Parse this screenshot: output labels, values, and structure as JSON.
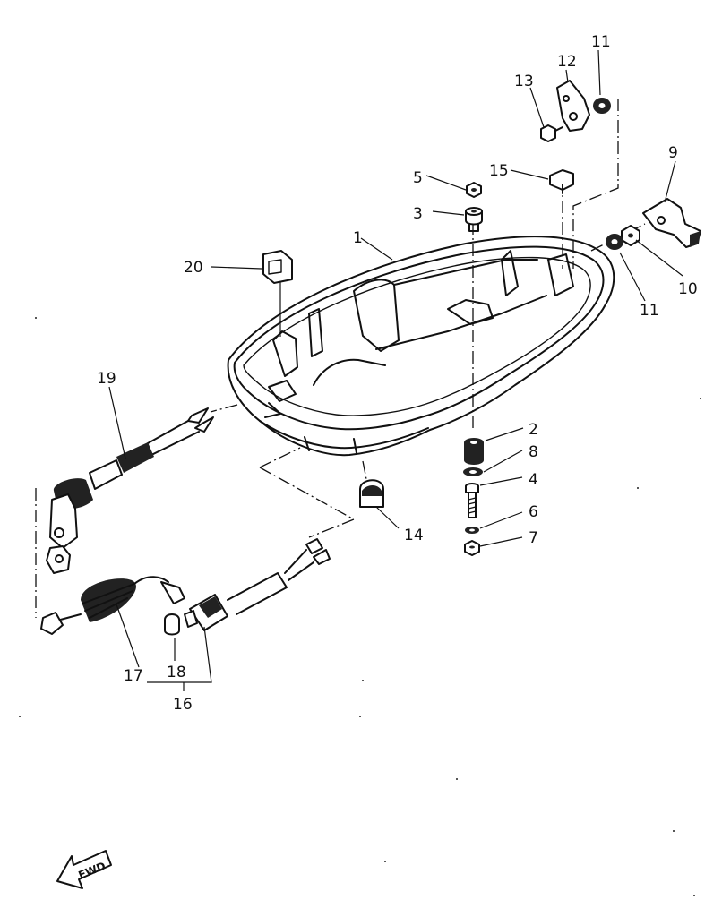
{
  "callouts": [
    {
      "id": "1",
      "text": "1"
    },
    {
      "id": "2",
      "text": "2"
    },
    {
      "id": "3",
      "text": "3"
    },
    {
      "id": "4",
      "text": "4"
    },
    {
      "id": "5",
      "text": "5"
    },
    {
      "id": "6",
      "text": "6"
    },
    {
      "id": "7",
      "text": "7"
    },
    {
      "id": "8",
      "text": "8"
    },
    {
      "id": "9",
      "text": "9"
    },
    {
      "id": "10",
      "text": "10"
    },
    {
      "id": "11a",
      "text": "11"
    },
    {
      "id": "11b",
      "text": "11"
    },
    {
      "id": "12",
      "text": "12"
    },
    {
      "id": "13",
      "text": "13"
    },
    {
      "id": "14",
      "text": "14"
    },
    {
      "id": "15",
      "text": "15"
    },
    {
      "id": "16",
      "text": "16"
    },
    {
      "id": "17",
      "text": "17"
    },
    {
      "id": "18",
      "text": "18"
    },
    {
      "id": "19",
      "text": "19"
    },
    {
      "id": "20",
      "text": "20"
    }
  ],
  "fwd_arrow": {
    "text": "FWD"
  }
}
